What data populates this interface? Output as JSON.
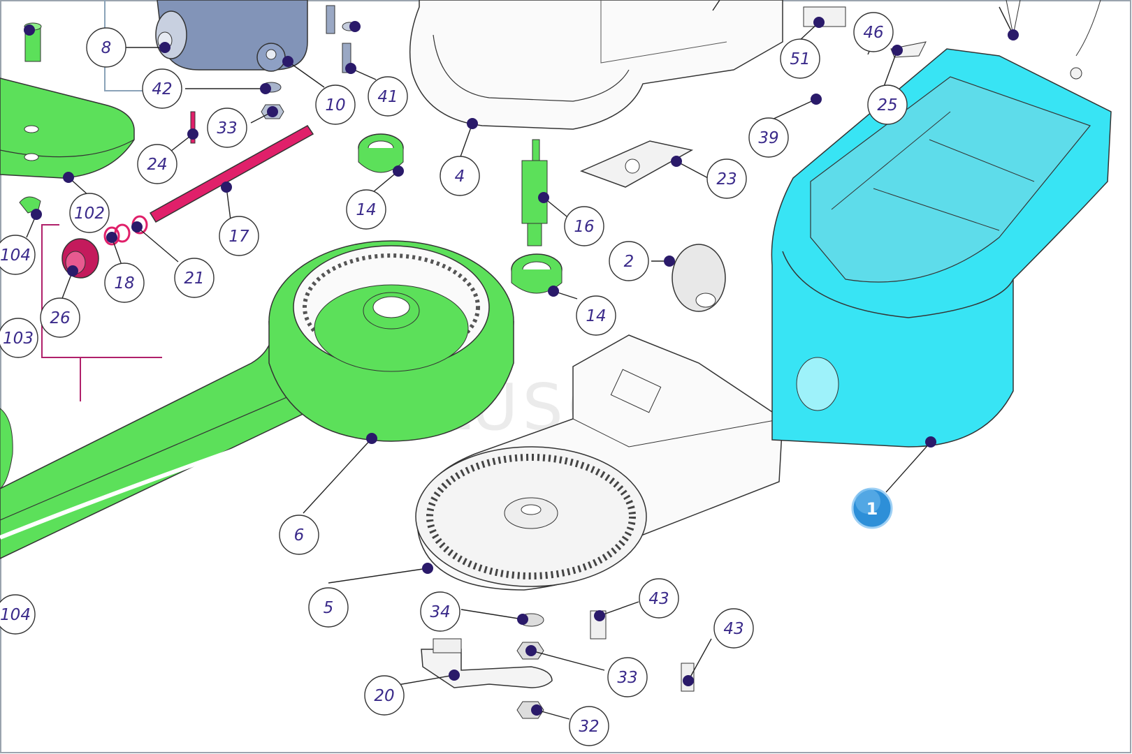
{
  "diagram": {
    "watermark": "PLUSCOM",
    "badge": "1",
    "colors": {
      "green": "#5ce05a",
      "cyan": "#38e4f4",
      "magenta": "#e0206a",
      "dot": "#2a1a6a",
      "callout_text": "#3a2a8a",
      "line": "#222222",
      "bracket_blue": "#8aa2b8",
      "bracket_magenta": "#b0206a"
    },
    "callouts": [
      {
        "id": "c8",
        "label": "8"
      },
      {
        "id": "c42",
        "label": "42"
      },
      {
        "id": "c10",
        "label": "10"
      },
      {
        "id": "c41",
        "label": "41"
      },
      {
        "id": "c33a",
        "label": "33"
      },
      {
        "id": "c24",
        "label": "24"
      },
      {
        "id": "c102",
        "label": "102"
      },
      {
        "id": "c17",
        "label": "17"
      },
      {
        "id": "c104a",
        "label": "104"
      },
      {
        "id": "c18",
        "label": "18"
      },
      {
        "id": "c21",
        "label": "21"
      },
      {
        "id": "c26",
        "label": "26"
      },
      {
        "id": "c103",
        "label": "103"
      },
      {
        "id": "c14a",
        "label": "14"
      },
      {
        "id": "c4",
        "label": "4"
      },
      {
        "id": "c16",
        "label": "16"
      },
      {
        "id": "c23",
        "label": "23"
      },
      {
        "id": "c2",
        "label": "2"
      },
      {
        "id": "c14b",
        "label": "14"
      },
      {
        "id": "c51",
        "label": "51"
      },
      {
        "id": "c46",
        "label": "46"
      },
      {
        "id": "c25",
        "label": "25"
      },
      {
        "id": "c39",
        "label": "39"
      },
      {
        "id": "c6",
        "label": "6"
      },
      {
        "id": "c5",
        "label": "5"
      },
      {
        "id": "c34",
        "label": "34"
      },
      {
        "id": "c43a",
        "label": "43"
      },
      {
        "id": "c43b",
        "label": "43"
      },
      {
        "id": "c33b",
        "label": "33"
      },
      {
        "id": "c20",
        "label": "20"
      },
      {
        "id": "c32",
        "label": "32"
      },
      {
        "id": "c104b",
        "label": "104"
      }
    ]
  }
}
